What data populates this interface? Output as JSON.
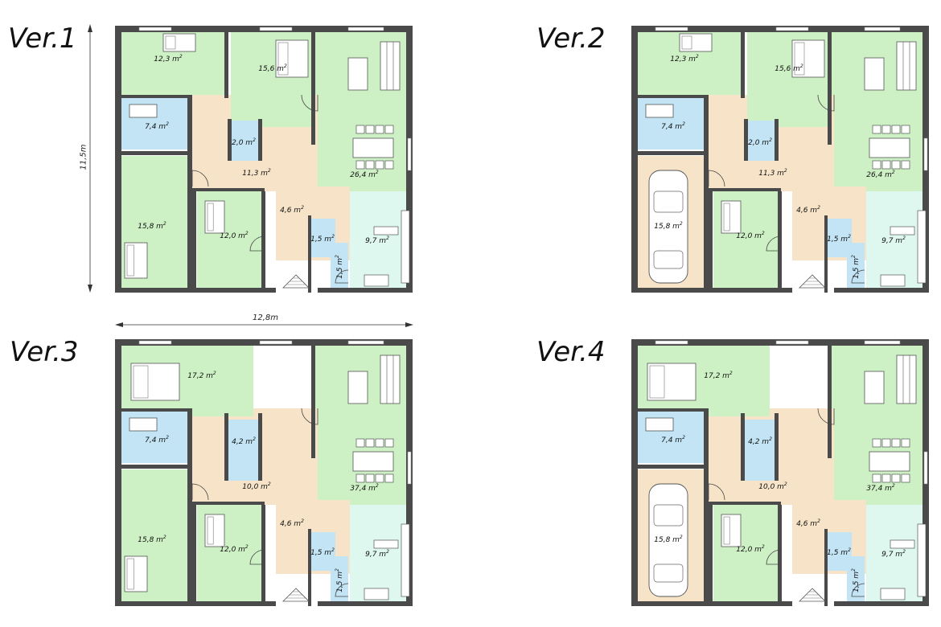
{
  "colors": {
    "living": "#cdf0c4",
    "hall": "#f7e4c8",
    "bath": "#c2e4f4",
    "kitchen": "#def7ef",
    "garage": "#f7e4c8",
    "wall": "#4a4a4a"
  },
  "dimensions": {
    "height": "11,5m",
    "width": "12,8m"
  },
  "plans": [
    {
      "label": "Ver.1",
      "rooms": {
        "r1": "12,3 m",
        "r2": "15,6 m",
        "r3": "7,4 m",
        "r4": "2,0 m",
        "r5": "11,3 m",
        "r6": "26,4 m",
        "r7": "15,8 m",
        "r8": "12,0 m",
        "r9": "4,6 m",
        "r10": "1,5 m",
        "r11": "9,7 m",
        "r12": "1,5 m"
      }
    },
    {
      "label": "Ver.2",
      "rooms": {
        "r1": "12,3 m",
        "r2": "15,6 m",
        "r3": "7,4 m",
        "r4": "2,0 m",
        "r5": "11,3 m",
        "r6": "26,4 m",
        "r7": "15,8 m",
        "r8": "12,0 m",
        "r9": "4,6 m",
        "r10": "1,5 m",
        "r11": "9,7 m",
        "r12": "1,5 m"
      }
    },
    {
      "label": "Ver.3",
      "rooms": {
        "r1": "17,2 m",
        "r3": "7,4 m",
        "r4": "4,2 m",
        "r5": "10,0 m",
        "r6": "37,4 m",
        "r7": "15,8 m",
        "r8": "12,0 m",
        "r9": "4,6 m",
        "r10": "1,5 m",
        "r11": "9,7 m",
        "r12": "1,5 m"
      }
    },
    {
      "label": "Ver.4",
      "rooms": {
        "r1": "17,2 m",
        "r3": "7,4 m",
        "r4": "4,2 m",
        "r5": "10,0 m",
        "r6": "37,4 m",
        "r7": "15,8 m",
        "r8": "12,0 m",
        "r9": "4,6 m",
        "r10": "1,5 m",
        "r11": "9,7 m",
        "r12": "1,5 m"
      }
    }
  ],
  "area_unit_superscript": "2"
}
